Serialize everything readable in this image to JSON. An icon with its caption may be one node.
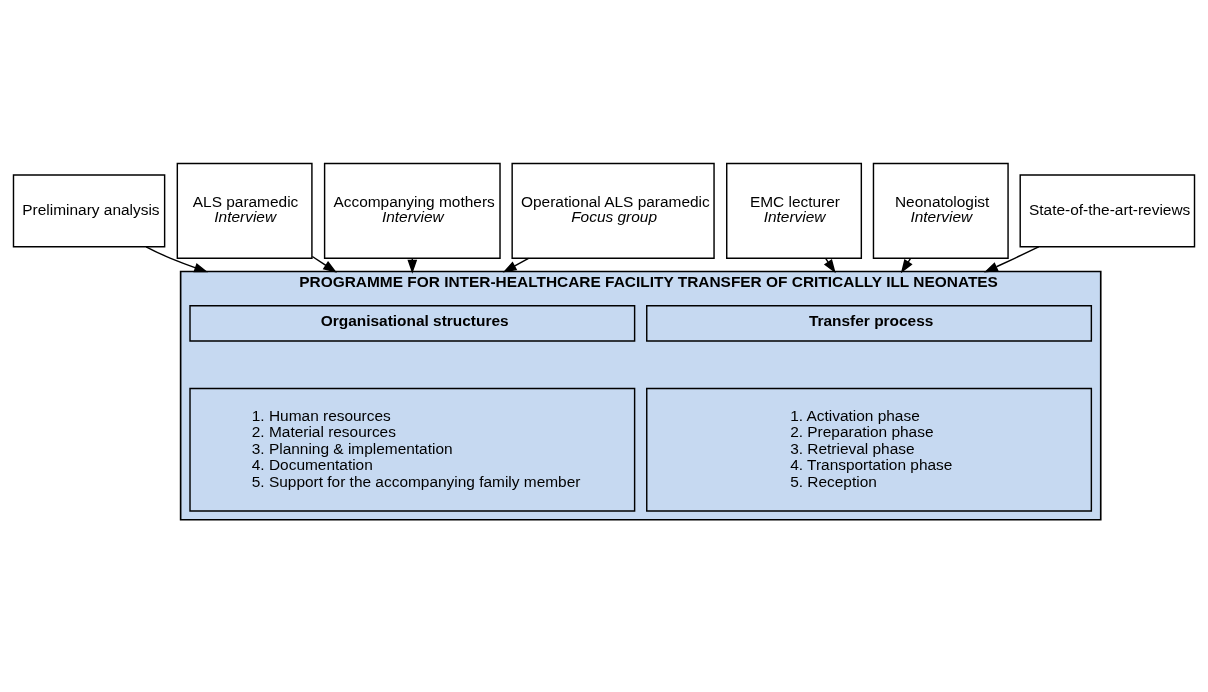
{
  "diagram": {
    "nodes": [
      {
        "text": [
          "Preliminary analysis"
        ]
      },
      {
        "text": [
          "ALS paramedic",
          "Interview"
        ]
      },
      {
        "text": [
          "Accompanying mothers",
          "Interview"
        ]
      },
      {
        "text": [
          "Operational ALS paramedic",
          "Focus group"
        ]
      },
      {
        "text": [
          "EMC lecturer",
          "Interview"
        ]
      },
      {
        "text": [
          "Neonatologist",
          "Interview"
        ]
      },
      {
        "text": [
          "State-of-the-art-reviews"
        ]
      },
      {
        "text": [
          "PROGRAMME FOR INTER-HEALTHCARE FACILITY TRANSFER OF CRITICALLY ILL NEONATES"
        ]
      },
      {
        "text": [
          "Organisational structures"
        ],
        "in": 7
      },
      {
        "text": [
          "Transfer process"
        ],
        "in": 7
      },
      {
        "text": [
          "1. Human resources",
          "2. Material resources",
          "3. Planning & implementation",
          "4. Documentation",
          "5. Support for the accompanying family member"
        ],
        "in": 7
      },
      {
        "text": [
          "1. Activation phase",
          "2. Preparation phase",
          "3. Retrieval phase",
          "4. Transportation phase",
          "5. Reception"
        ],
        "in": 7
      }
    ],
    "edges": [
      {
        "from": 0,
        "to": 7,
        "arrow": "to"
      },
      {
        "from": 1,
        "to": 7,
        "arrow": "to"
      },
      {
        "from": 2,
        "to": 7,
        "arrow": "to"
      },
      {
        "from": 3,
        "to": 7,
        "arrow": "to"
      },
      {
        "from": 4,
        "to": 7,
        "arrow": "to"
      },
      {
        "from": 5,
        "to": 7,
        "arrow": "to"
      },
      {
        "from": 6,
        "to": 7,
        "arrow": "to"
      }
    ]
  }
}
